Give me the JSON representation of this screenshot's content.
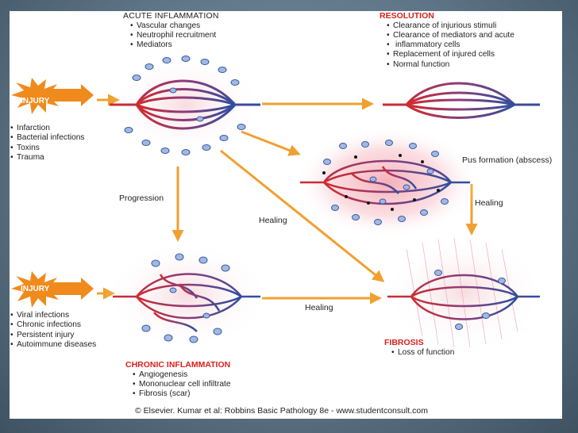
{
  "acute": {
    "title": "ACUTE INFLAMMATION",
    "items": [
      "Vascular changes",
      "Neutrophil recruitment",
      "Mediators"
    ]
  },
  "resolution": {
    "title": "RESOLUTION",
    "items": [
      "Clearance of injurious stimuli",
      "Clearance of mediators and acute",
      "inflammatory cells",
      "Replacement of injured cells",
      "Normal function"
    ]
  },
  "injury_top": {
    "label": "INJURY",
    "causes": [
      "Infarction",
      "Bacterial infections",
      "Toxins",
      "Trauma"
    ]
  },
  "injury_bottom": {
    "label": "INJURY",
    "causes": [
      "Viral infections",
      "Chronic infections",
      "Persistent injury",
      "Autoimmune diseases"
    ]
  },
  "labels": {
    "pus": "Pus formation (abscess)",
    "healing_right": "Healing",
    "progression": "Progression",
    "healing_diag": "Healing",
    "healing_bottom": "Healing"
  },
  "chronic": {
    "title": "CHRONIC INFLAMMATION",
    "items": [
      "Angiogenesis",
      "Mononuclear cell infiltrate",
      "Fibrosis (scar)"
    ]
  },
  "fibrosis": {
    "title": "FIBROSIS",
    "items": [
      "Loss of function"
    ]
  },
  "copyright": "© Elsevier. Kumar et al: Robbins Basic Pathology 8e - www.studentconsult.com",
  "colors": {
    "heading_red": "#d9201f",
    "arrow_orange": "#f0a030",
    "vessel_red": "#d42a2a",
    "vessel_blue": "#2c4fa0"
  }
}
